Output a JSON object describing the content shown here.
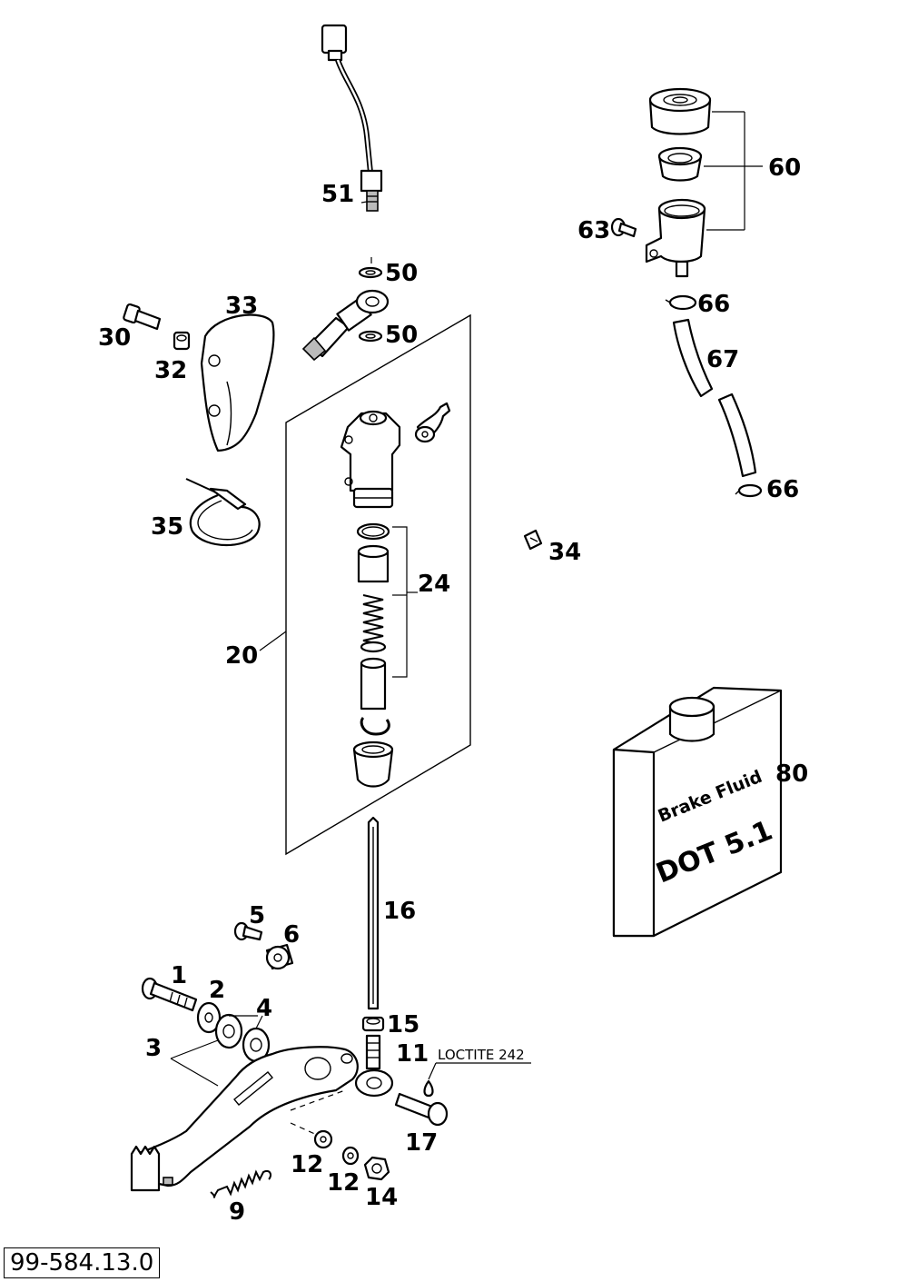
{
  "document_id": "99-584.13.0",
  "note": "LOCTITE 242",
  "bottle": {
    "line1": "Brake Fluid",
    "line2": "DOT 5.1"
  },
  "labels": {
    "p1": "1",
    "p2": "2",
    "p3": "3",
    "p4": "4",
    "p5": "5",
    "p6": "6",
    "p9": "9",
    "p11": "11",
    "p12a": "12",
    "p12b": "12",
    "p14": "14",
    "p15": "15",
    "p16": "16",
    "p17": "17",
    "p20": "20",
    "p24": "24",
    "p30": "30",
    "p32": "32",
    "p33": "33",
    "p34": "34",
    "p35": "35",
    "p50a": "50",
    "p50b": "50",
    "p51": "51",
    "p60": "60",
    "p63": "63",
    "p66a": "66",
    "p66b": "66",
    "p67": "67",
    "p80": "80"
  }
}
